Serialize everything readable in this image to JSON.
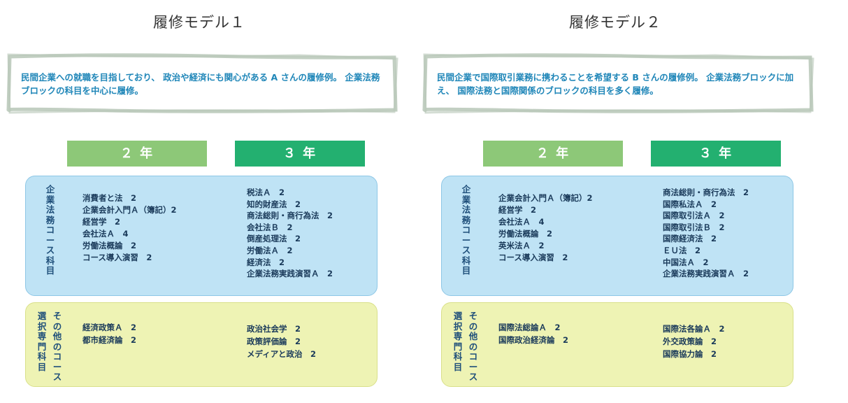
{
  "year_labels": {
    "y2": "２ 年",
    "y3": "３ 年"
  },
  "colors": {
    "year2": "#8dc878",
    "year3": "#23b070",
    "corp_panel": "#bfe3f5",
    "other_panel": "#eef3b4",
    "desc_text": "#1f86b8"
  },
  "models": [
    {
      "title": "履修モデル１",
      "description": "民間企業への就職を目指しており、 政治や経済にも関心がある A さんの履修例。 企業法務ブロックの科目を中心に履修。",
      "corp_label": "企業法務コース科目",
      "other_label_a": "選択専門科目",
      "other_label_b": "その他のコース",
      "corp_year2": [
        "消費者と法　2",
        "企業会計入門Ａ（簿記）2",
        "経営学　2",
        "会社法Ａ　4",
        "労働法概論　2",
        "コース導入演習　2"
      ],
      "corp_year3": [
        "税法Ａ　2",
        "知的財産法　2",
        "商法総則・商行為法　2",
        "会社法Ｂ　2",
        "倒産処理法　2",
        "労働法Ａ　2",
        "経済法　2",
        "企業法務実践演習Ａ　2"
      ],
      "other_year2": [
        "経済政策Ａ　2",
        "都市経済論　2"
      ],
      "other_year3": [
        "政治社会学　2",
        "政策評価論　2",
        "メディアと政治　2"
      ]
    },
    {
      "title": "履修モデル２",
      "description": "民間企業で国際取引業務に携わることを希望する B さんの履修例。 企業法務ブロックに加え、 国際法務と国際関係のブロックの科目を多く履修。",
      "corp_label": "企業法務コース科目",
      "other_label_a": "選択専門科目",
      "other_label_b": "その他のコース",
      "corp_year2": [
        "企業会計入門Ａ（簿記）2",
        "経営学　2",
        "会社法Ａ　4",
        "労働法概論　2",
        "英米法Ａ　2",
        "コース導入演習　2"
      ],
      "corp_year3": [
        "商法総則・商行為法　2",
        "国際私法Ａ　2",
        "国際取引法Ａ　2",
        "国際取引法Ｂ　2",
        "国際経済法　2",
        "ＥＵ法　2",
        "中国法Ａ　2",
        "企業法務実践演習Ａ　2"
      ],
      "other_year2": [
        "国際法総論Ａ　2",
        "国際政治経済論　2"
      ],
      "other_year3": [
        "国際法各論Ａ　2",
        "外交政策論　2",
        "国際協力論　2"
      ]
    }
  ]
}
